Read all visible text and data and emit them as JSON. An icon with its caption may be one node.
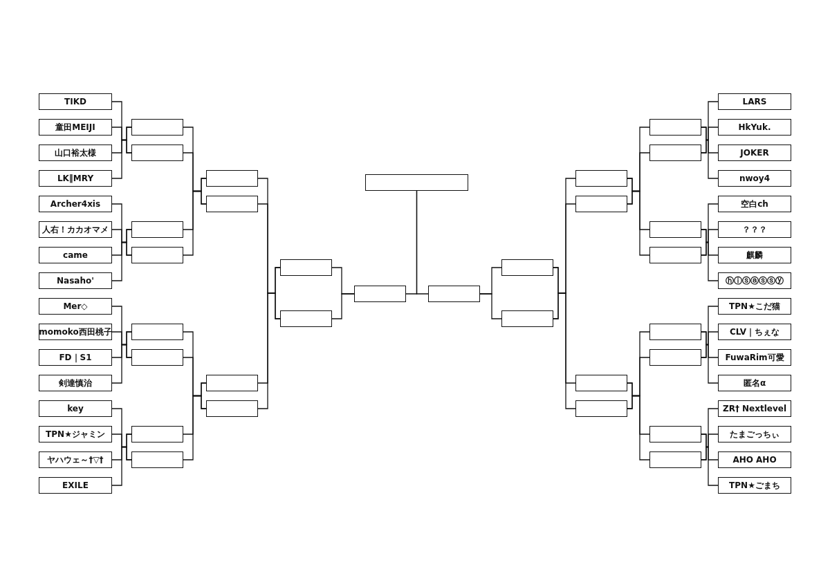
{
  "diagram": {
    "nodes": [
      {
        "text": [],
        "shape": "box"
      },
      {
        "text": [],
        "shape": "box"
      },
      {
        "text": [],
        "shape": "box"
      },
      {
        "text": [],
        "shape": "box"
      },
      {
        "text": [],
        "shape": "box"
      },
      {
        "text": [],
        "shape": "box"
      },
      {
        "text": [],
        "shape": "box"
      },
      {
        "text": [],
        "shape": "box"
      },
      {
        "text": [],
        "shape": "box"
      },
      {
        "text": [],
        "shape": "box"
      },
      {
        "text": [],
        "shape": "box"
      },
      {
        "text": [],
        "shape": "box"
      },
      {
        "text": [],
        "shape": "box"
      },
      {
        "text": [],
        "shape": "box"
      },
      {
        "text": [],
        "shape": "box"
      },
      {
        "text": [],
        "shape": "box"
      },
      {
        "text": [],
        "shape": "box"
      },
      {
        "text": [],
        "shape": "box"
      },
      {
        "text": [],
        "shape": "box"
      },
      {
        "text": [],
        "shape": "box"
      },
      {
        "text": [],
        "shape": "box"
      },
      {
        "text": [],
        "shape": "box"
      },
      {
        "text": [],
        "shape": "box"
      },
      {
        "text": [],
        "shape": "box"
      },
      {
        "text": [],
        "shape": "box"
      },
      {
        "text": [],
        "shape": "box"
      },
      {
        "text": [],
        "shape": "box"
      },
      {
        "text": [],
        "shape": "box"
      },
      {
        "text": [],
        "shape": "box"
      },
      {
        "text": [],
        "shape": "box"
      },
      {
        "text": [],
        "shape": "box"
      },
      {
        "text": [
          "TIKD"
        ]
      },
      {
        "text": [
          "童田MEIJI"
        ]
      },
      {
        "text": [
          "山口裕太様"
        ]
      },
      {
        "text": [
          "LK‖MRY"
        ]
      },
      {
        "text": [
          "Archer4xis"
        ]
      },
      {
        "text": [
          "人右！カカオマメ"
        ]
      },
      {
        "text": [
          "came"
        ]
      },
      {
        "text": [
          "Nasaho'"
        ]
      },
      {
        "text": [
          "Mer◇"
        ]
      },
      {
        "text": [
          "momoko西田桃子"
        ]
      },
      {
        "text": [
          "FD｜S1"
        ]
      },
      {
        "text": [
          "剣達慎治"
        ]
      },
      {
        "text": [
          "key"
        ]
      },
      {
        "text": [
          "TPN★ジャミン"
        ]
      },
      {
        "text": [
          "ヤハウェ～†▽†"
        ]
      },
      {
        "text": [
          "EXILE"
        ]
      },
      {
        "text": [
          "LARS"
        ]
      },
      {
        "text": [
          "HkYuk."
        ]
      },
      {
        "text": [
          "JOKER"
        ]
      },
      {
        "text": [
          "nwoy4"
        ]
      },
      {
        "text": [
          "空白ch"
        ]
      },
      {
        "text": [
          "？？？"
        ]
      },
      {
        "text": [
          "麒麟"
        ]
      },
      {
        "text": [
          "ⓗⓘⓢⓐⓢⓢⓨ"
        ]
      },
      {
        "text": [
          "TPN★こだ猫"
        ]
      },
      {
        "text": [
          "CLV｜ちぇな"
        ]
      },
      {
        "text": [
          "FuwaRim可愛"
        ]
      },
      {
        "text": [
          "匿名α"
        ]
      },
      {
        "text": [
          "ZR† Nextlevel"
        ]
      },
      {
        "text": [
          "たまごっちぃ"
        ]
      },
      {
        "text": [
          "AHO AHO"
        ]
      },
      {
        "text": [
          "TPN★ごまち"
        ]
      }
    ],
    "edges": [
      {
        "from": 1,
        "to": 0,
        "arrow": "none"
      },
      {
        "from": 2,
        "to": 0,
        "arrow": "none"
      },
      {
        "from": 3,
        "to": 1,
        "arrow": "none"
      },
      {
        "from": 4,
        "to": 1,
        "arrow": "none"
      },
      {
        "from": 5,
        "to": 2,
        "arrow": "none"
      },
      {
        "from": 6,
        "to": 2,
        "arrow": "none"
      },
      {
        "from": 7,
        "to": 3,
        "arrow": "none"
      },
      {
        "from": 8,
        "to": 3,
        "arrow": "none"
      },
      {
        "from": 9,
        "to": 4,
        "arrow": "none"
      },
      {
        "from": 10,
        "to": 4,
        "arrow": "none"
      },
      {
        "from": 11,
        "to": 5,
        "arrow": "none"
      },
      {
        "from": 12,
        "to": 5,
        "arrow": "none"
      },
      {
        "from": 13,
        "to": 6,
        "arrow": "none"
      },
      {
        "from": 14,
        "to": 6,
        "arrow": "none"
      },
      {
        "from": 15,
        "to": 7,
        "arrow": "none"
      },
      {
        "from": 16,
        "to": 7,
        "arrow": "none"
      },
      {
        "from": 17,
        "to": 8,
        "arrow": "none"
      },
      {
        "from": 18,
        "to": 8,
        "arrow": "none"
      },
      {
        "from": 19,
        "to": 9,
        "arrow": "none"
      },
      {
        "from": 20,
        "to": 9,
        "arrow": "none"
      },
      {
        "from": 21,
        "to": 10,
        "arrow": "none"
      },
      {
        "from": 22,
        "to": 10,
        "arrow": "none"
      },
      {
        "from": 23,
        "to": 11,
        "arrow": "none"
      },
      {
        "from": 24,
        "to": 11,
        "arrow": "none"
      },
      {
        "from": 25,
        "to": 12,
        "arrow": "none"
      },
      {
        "from": 26,
        "to": 12,
        "arrow": "none"
      },
      {
        "from": 27,
        "to": 13,
        "arrow": "none"
      },
      {
        "from": 28,
        "to": 13,
        "arrow": "none"
      },
      {
        "from": 29,
        "to": 14,
        "arrow": "none"
      },
      {
        "from": 30,
        "to": 14,
        "arrow": "none"
      },
      {
        "from": 31,
        "to": 15,
        "arrow": "none"
      },
      {
        "from": 32,
        "to": 15,
        "arrow": "none"
      },
      {
        "from": 33,
        "to": 16,
        "arrow": "none"
      },
      {
        "from": 34,
        "to": 16,
        "arrow": "none"
      },
      {
        "from": 35,
        "to": 17,
        "arrow": "none"
      },
      {
        "from": 36,
        "to": 17,
        "arrow": "none"
      },
      {
        "from": 37,
        "to": 18,
        "arrow": "none"
      },
      {
        "from": 38,
        "to": 18,
        "arrow": "none"
      },
      {
        "from": 39,
        "to": 19,
        "arrow": "none"
      },
      {
        "from": 40,
        "to": 19,
        "arrow": "none"
      },
      {
        "from": 41,
        "to": 20,
        "arrow": "none"
      },
      {
        "from": 42,
        "to": 20,
        "arrow": "none"
      },
      {
        "from": 43,
        "to": 21,
        "arrow": "none"
      },
      {
        "from": 44,
        "to": 21,
        "arrow": "none"
      },
      {
        "from": 45,
        "to": 22,
        "arrow": "none"
      },
      {
        "from": 46,
        "to": 22,
        "arrow": "none"
      },
      {
        "from": 47,
        "to": 23,
        "arrow": "none"
      },
      {
        "from": 48,
        "to": 23,
        "arrow": "none"
      },
      {
        "from": 49,
        "to": 24,
        "arrow": "none"
      },
      {
        "from": 50,
        "to": 24,
        "arrow": "none"
      },
      {
        "from": 51,
        "to": 25,
        "arrow": "none"
      },
      {
        "from": 52,
        "to": 25,
        "arrow": "none"
      },
      {
        "from": 53,
        "to": 26,
        "arrow": "none"
      },
      {
        "from": 54,
        "to": 26,
        "arrow": "none"
      },
      {
        "from": 55,
        "to": 27,
        "arrow": "none"
      },
      {
        "from": 56,
        "to": 27,
        "arrow": "none"
      },
      {
        "from": 57,
        "to": 28,
        "arrow": "none"
      },
      {
        "from": 58,
        "to": 28,
        "arrow": "none"
      },
      {
        "from": 59,
        "to": 29,
        "arrow": "none"
      },
      {
        "from": 60,
        "to": 29,
        "arrow": "none"
      },
      {
        "from": 61,
        "to": 30,
        "arrow": "none"
      },
      {
        "from": 62,
        "to": 30,
        "arrow": "none"
      }
    ]
  }
}
